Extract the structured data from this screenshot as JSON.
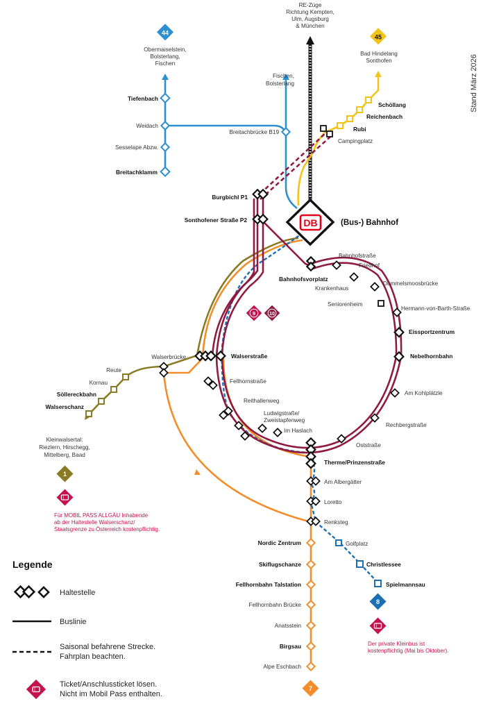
{
  "colors": {
    "maroon": "#8f1b42",
    "blue": "#2d8fcf",
    "yellow": "#f3c418",
    "orange": "#f28d2a",
    "olive": "#8a7a24",
    "darkblue": "#1d6fb3",
    "db_red": "#e2001a",
    "ticket": "#c4134c",
    "black": "#111111"
  },
  "side_note": "Stand März 2026",
  "hub": {
    "logo": "DB",
    "label": "(Bus-) Bahnhof"
  },
  "rail_destination": [
    "RE-Züge",
    "Richtung Kempten,",
    "Ulm, Augsburg",
    "& München"
  ],
  "routes": {
    "r44": {
      "number": "44",
      "destination": [
        "Obermaiselstein,",
        "Bolsterlang,",
        "Fischen"
      ]
    },
    "r45": {
      "number": "45",
      "destination": [
        "Bad Hindelang",
        "Sonthofen"
      ]
    },
    "r1": {
      "number": "1"
    },
    "r7": {
      "number": "7"
    },
    "r8": {
      "number": "8"
    },
    "r9": {
      "number": "9"
    },
    "r10": {
      "number": "10"
    }
  },
  "blue_branch_destination": [
    "Fischen,",
    "Bolsterlang"
  ],
  "kleinwalsertal": [
    "Kleinwalsertal:",
    "Riezlern, Hirschegg,",
    "Mittelberg, Baad"
  ],
  "stops": {
    "tiefenbach": "Tiefenbach",
    "weidach": "Weidach",
    "sesselape": "Sesselape Abzw.",
    "breitachklamm": "Breitachklamm",
    "breitachbruecke": "Breitachbrücke B19",
    "schoellang": "Schöllang",
    "reichenbach": "Reichenbach",
    "rubi": "Rubi",
    "campingplatz": "Campingplatz",
    "burgbichl": "Burgbichl P1",
    "sonthofener": "Sonthofener Straße P2",
    "bahnhofstrasse": "Bahnhofstraße",
    "friedhof": "Friedhof",
    "bahnhofsvorplatz": "Bahnhofsvorplatz",
    "krankenhaus": "Krankenhaus",
    "dummelsmoos": "Dummelsmoosbrücke",
    "seniorenheim": "Seniorenheim",
    "hermann": "Hermann-von-Barth-Straße",
    "eissport": "Eissportzentrum",
    "nebelhorn": "Nebelhornbahn",
    "walserbruecke": "Walserbrücke",
    "walserstrasse": "Walserstraße",
    "reute": "Reute",
    "kornau": "Kornau",
    "soellereck": "Söllereckbahn",
    "walserschanz": "Walserschanz",
    "fellhornstrasse": "Fellhornstraße",
    "reithallenweg": "Reithallenweg",
    "ludwig": [
      "Ludwigstraße/",
      "Zweistapfenweg"
    ],
    "haslach": "Im Haslach",
    "kohlplaetzle": "Am Kohlplätzle",
    "rechberg": "Rechbergstraße",
    "oststrasse": "Oststraße",
    "therme": "Therme/Prinzenstraße",
    "albergaetter": "Am Albergätter",
    "loretto": "Loretto",
    "renksteg": "Renksteg",
    "golfplatz": "Golfplatz",
    "christlessee": "Christlessee",
    "spielmannsau": "Spielmannsau",
    "nordic": "Nordic Zentrum",
    "skiflug": "Skiflugschanze",
    "fellhorntal": "Fellhornbahn Talstation",
    "fellhornbruecke": "Fellhornbahn Brücke",
    "anatsstein": "Anatsstein",
    "birgsau": "Birgsau",
    "eschbach": "Alpe Eschbach"
  },
  "notes": {
    "mobilpass": [
      "Für MOBIL PASS ALLGÄU Inhabende",
      "ab der Haltestelle Walserschanz/",
      "Staatsgrenze zu Österreich kostenpflichtig."
    ],
    "kleinbus": [
      "Der private Kleinbus ist",
      "kostenpflichtig (Mai bis Oktober)."
    ]
  },
  "legend": {
    "title": "Legende",
    "stop": "Haltestelle",
    "line": "Buslinie",
    "seasonal": [
      "Saisonal befahrene Strecke.",
      "Fahrplan beachten."
    ],
    "ticket": [
      "Ticket/Anschlussticket lösen.",
      "Nicht im Mobil Pass enthalten."
    ]
  }
}
